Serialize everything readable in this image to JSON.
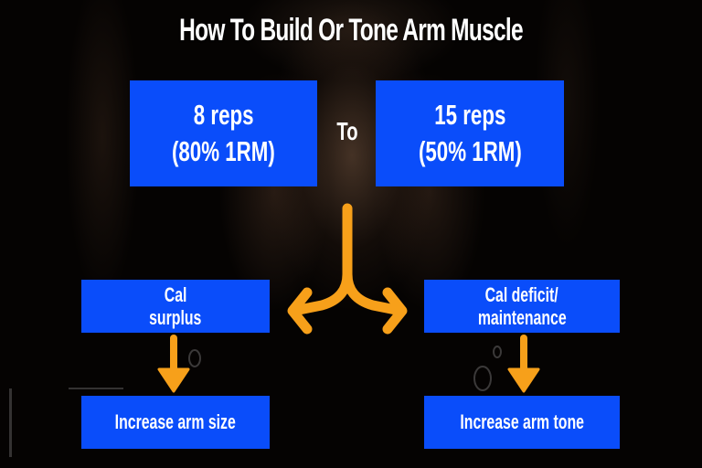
{
  "title": "How To Build Or Tone Arm Muscle",
  "colors": {
    "box_fill": "#0a4dfa",
    "arrow": "#f7a01a",
    "text": "#ffffff",
    "background": "#050302"
  },
  "top_row": {
    "left_box": {
      "line1": "8 reps",
      "line2": "(80% 1RM)"
    },
    "connector": "To",
    "right_box": {
      "line1": "15 reps",
      "line2": "(50% 1RM)"
    }
  },
  "split_arrow": {
    "icon": "split-arrow-icon",
    "directions": [
      "left",
      "right"
    ]
  },
  "branches": [
    {
      "condition": {
        "line1": "Cal",
        "line2": "surplus"
      },
      "arrow_icon": "down-arrow-icon",
      "outcome": "Increase arm size"
    },
    {
      "condition": {
        "line1": "Cal deficit/",
        "line2": "maintenance"
      },
      "arrow_icon": "down-arrow-icon",
      "outcome": "Increase arm tone"
    }
  ]
}
